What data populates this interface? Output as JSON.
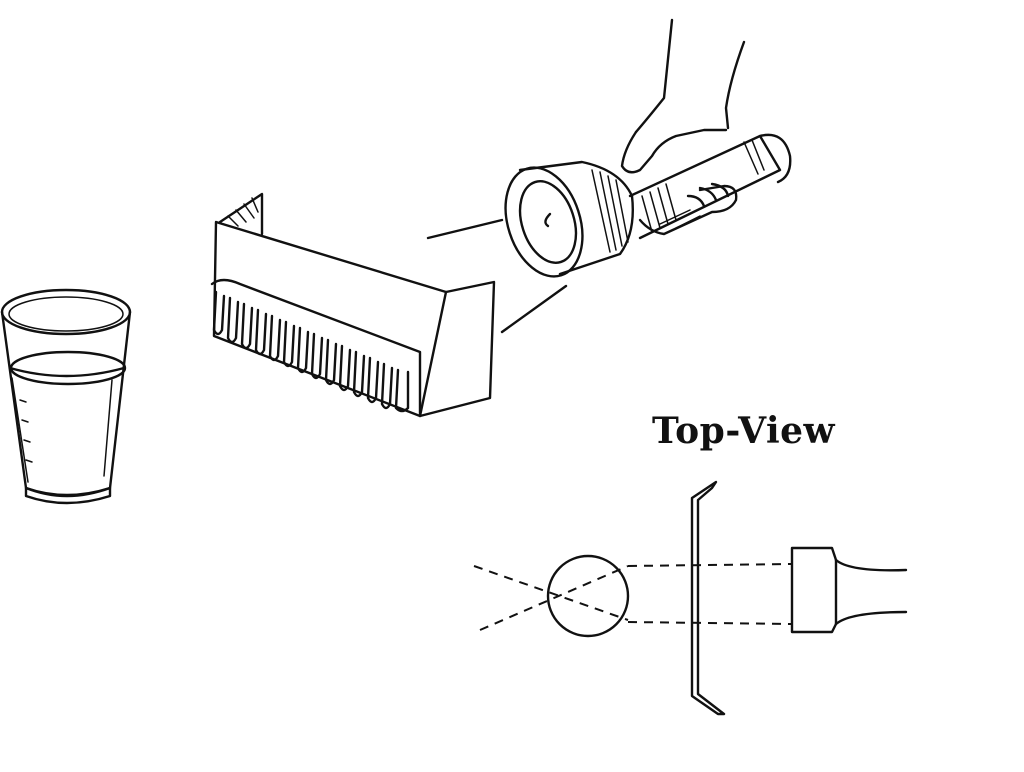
{
  "diagram": {
    "label_top_view": "Top-View",
    "objects": [
      "glass-of-water",
      "comb-with-card-stand",
      "flashlight-in-hand",
      "top-view-schematic"
    ],
    "ink_color": "#111111",
    "background": "#ffffff"
  }
}
